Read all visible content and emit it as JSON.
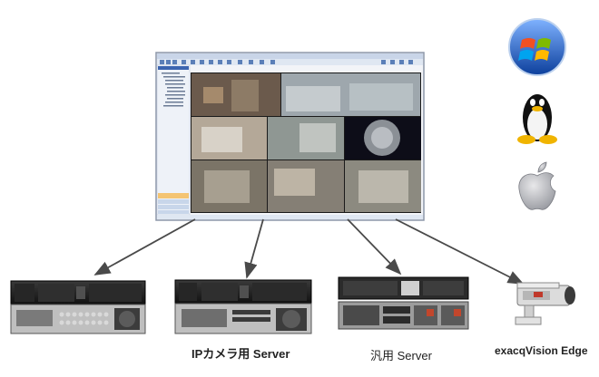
{
  "captions": {
    "ip_camera_server": "IPカメラ用 Server",
    "generic_server": "汎用 Server",
    "edge_camera": "exacqVision Edge"
  },
  "os_icons": [
    "windows-logo-icon",
    "linux-tux-icon",
    "apple-logo-icon"
  ],
  "colors": {
    "arrow": "#4a4a4a",
    "window_frame": "#9aa6b8",
    "toolbar": "#dfe7f2",
    "sidebar": "#e8eef7",
    "server_body": "#1c1c1c"
  }
}
